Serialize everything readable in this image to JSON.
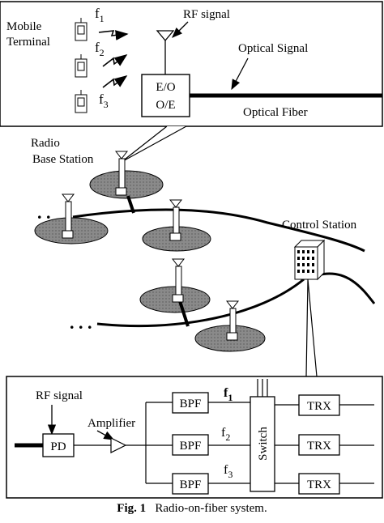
{
  "top_panel": {
    "mobile_terminal_line1": "Mobile",
    "mobile_terminal_line2": "Terminal",
    "f1": "f",
    "f1_sub": "1",
    "f2": "f",
    "f2_sub": "2",
    "f3": "f",
    "f3_sub": "3",
    "rf_signal": "RF signal",
    "optical_signal": "Optical Signal",
    "eo": "E/O",
    "oe": "O/E",
    "optical_fiber": "Optical Fiber"
  },
  "middle": {
    "radio_line1": "Radio",
    "radio_line2": "Base Station",
    "control_station": "Control Station",
    "dots_left": ". .",
    "dots_bottom": ". . ."
  },
  "bottom_panel": {
    "rf_signal": "RF signal",
    "amplifier": "Amplifier",
    "pd": "PD",
    "bpf": "BPF",
    "switch": "Switch",
    "trx": "TRX",
    "f1": "f",
    "f1_sub": "1",
    "f2": "f",
    "f2_sub": "2",
    "f3": "f",
    "f3_sub": "3"
  },
  "caption": {
    "prefix": "Fig. 1",
    "text": "Radio-on-fiber system."
  }
}
